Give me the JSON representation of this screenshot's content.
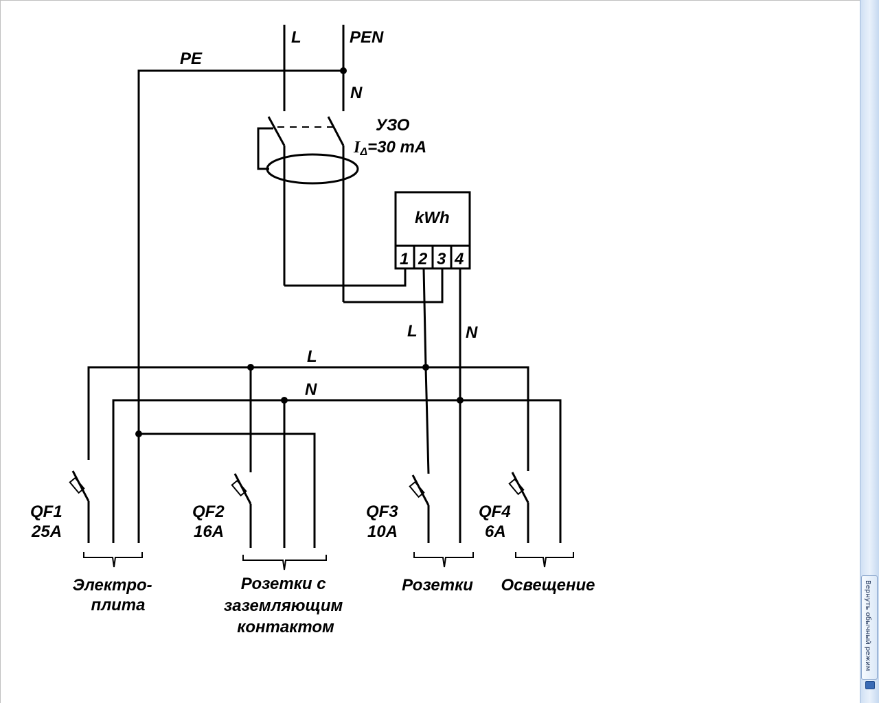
{
  "diagram": {
    "supply": {
      "phase": "L",
      "pen": "PEN",
      "pe": "PE",
      "neutral": "N"
    },
    "rcd": {
      "name": "УЗО",
      "rating_symbol": "I",
      "rating_subscript": "Δ",
      "rating_value": "=30 mA"
    },
    "meter": {
      "unit": "kWh",
      "terminals": [
        "1",
        "2",
        "3",
        "4"
      ]
    },
    "meter_out": {
      "phase": "L",
      "neutral": "N"
    },
    "bus": {
      "phase": "L",
      "neutral": "N"
    },
    "breakers": [
      {
        "name": "QF1",
        "rating": "25A"
      },
      {
        "name": "QF2",
        "rating": "16A"
      },
      {
        "name": "QF3",
        "rating": "10A"
      },
      {
        "name": "QF4",
        "rating": "6A"
      }
    ],
    "loads": [
      {
        "lines": [
          "Электро-",
          "плита"
        ]
      },
      {
        "lines": [
          "Розетки с",
          "заземляющим",
          "контактом"
        ]
      },
      {
        "lines": [
          "Розетки"
        ]
      },
      {
        "lines": [
          "Освещение"
        ]
      }
    ]
  },
  "side_panel": {
    "button_label": "Вернуть обычный режим"
  }
}
